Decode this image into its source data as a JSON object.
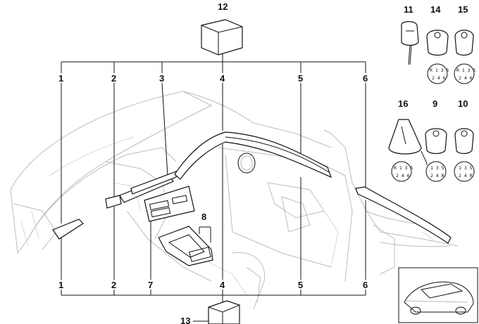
{
  "labels": {
    "callout_1_top": "1",
    "callout_2_top": "2",
    "callout_3": "3",
    "callout_4_top": "4",
    "callout_5_top": "5",
    "callout_6_top": "6",
    "callout_1_bottom": "1",
    "callout_2_bottom": "2",
    "callout_7": "7",
    "callout_4_bottom": "4",
    "callout_5_bottom": "5",
    "callout_6_bottom": "6",
    "callout_8": "8",
    "callout_9": "9",
    "callout_10": "10",
    "callout_11": "11",
    "callout_12": "12",
    "callout_13": "13",
    "callout_14": "14",
    "callout_15": "15",
    "callout_16": "16"
  },
  "shift_patterns": {
    "knob_14": {
      "top": "R 1 3 5",
      "bottom": "2 4 6"
    },
    "knob_15": {
      "top": "R 1 3 5",
      "bottom": "2 4 6"
    },
    "boot_16": {
      "top": "R 1 3 5",
      "bottom": "2 4 6"
    },
    "knob_9": {
      "top": "1 3 5",
      "bottom": "2 4 R"
    },
    "knob_10": {
      "top": "1 3 5",
      "bottom": "2 4 R"
    }
  }
}
